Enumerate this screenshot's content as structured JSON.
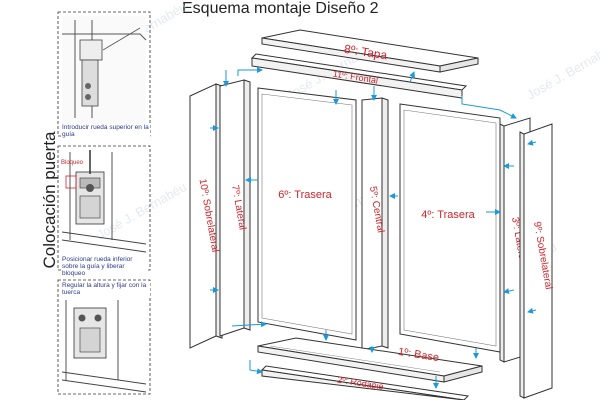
{
  "title": "Esquema montaje Diseño 2",
  "side_title": "Colocación puerta",
  "steps": [
    {
      "caption": "Introducir rueda superior en la guía"
    },
    {
      "caption": "Posicionar rueda inferior sobre la guía y liberar bloqueo",
      "tag": "Bloqueo"
    },
    {
      "caption": "Regular la altura y fijar con la tuerca"
    }
  ],
  "parts": {
    "tapa": "8º: Tapa",
    "frontal": "11º: Frontal",
    "sobrelateral_left": "10º: Sobrelateral",
    "lateral_left": "7º: Lateral",
    "trasera_left": "6º: Trasera",
    "central": "5º: Central",
    "trasera_right": "4º: Trasera",
    "lateral_right": "3º: Lateral",
    "sobrelateral_right": "9º: Sobrelateral",
    "base": "1º: Base",
    "rodapie": "2º: Rodapié"
  },
  "watermark": "José J. Bernabéu",
  "colors": {
    "label": "#d0242b",
    "arrow": "#1a9ad6",
    "line": "#333333",
    "caption": "#2b3a8c"
  }
}
